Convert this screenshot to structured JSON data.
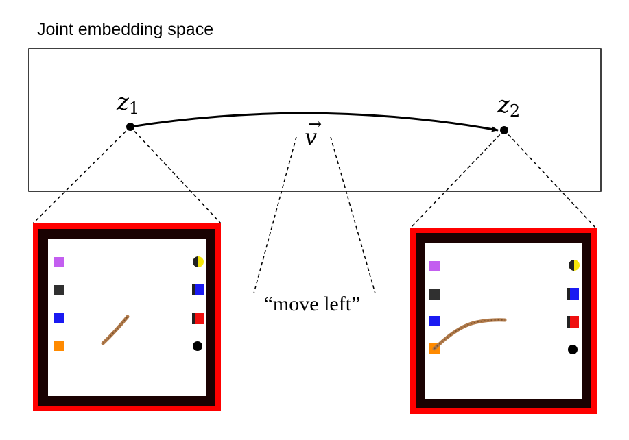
{
  "title": "Joint embedding space",
  "points": {
    "z1": {
      "symbol": "z",
      "subscript": "1"
    },
    "z2": {
      "symbol": "z",
      "subscript": "2"
    }
  },
  "vector": {
    "symbol": "v",
    "accent": "→"
  },
  "instruction": "“move left”",
  "panels": {
    "left": {
      "left_column_squares": [
        "purple",
        "black",
        "blue",
        "orange"
      ],
      "right_column_objects": [
        "yellow-circle",
        "blue-square",
        "red-square",
        "black-circle"
      ],
      "stroke": "short-diagonal"
    },
    "right": {
      "left_column_squares": [
        "purple",
        "black",
        "blue",
        "orange"
      ],
      "right_column_objects": [
        "yellow-circle",
        "blue-square",
        "red-square",
        "black-circle"
      ],
      "stroke": "long-curve-left"
    }
  },
  "colors": {
    "panel_border_outer": "#ff0000",
    "panel_border_inner": "#1a0202",
    "purple": "#c35ef0",
    "black": "#303030",
    "blue": "#1a1af2",
    "orange": "#ff8a00",
    "yellow": "#f5e60a",
    "red": "#ef1010",
    "stroke": "#b07a4a"
  }
}
